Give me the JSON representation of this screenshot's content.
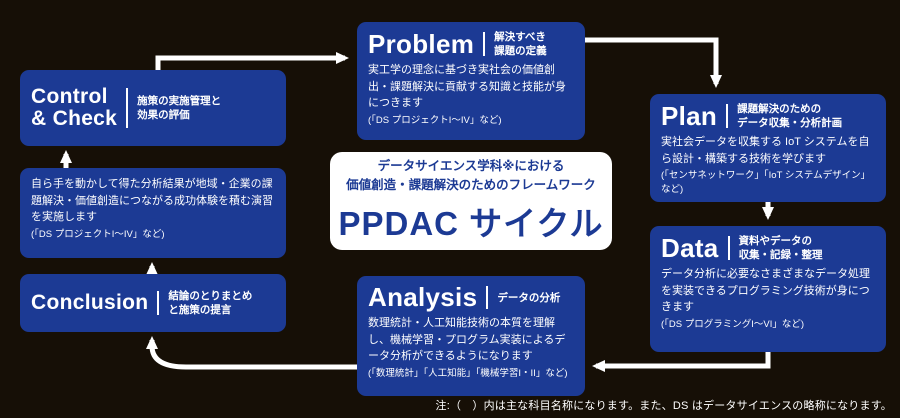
{
  "colors": {
    "background": "#160f06",
    "box_blue": "#1c3a94",
    "text": "#ffffff"
  },
  "center": {
    "subtitle_line1": "データサイエンス学科※における",
    "subtitle_line2": "価値創造・課題解決のためのフレームワーク",
    "title": "PPDAC サイクル"
  },
  "problem": {
    "title": "Problem",
    "subtitle_line1": "解決すべき",
    "subtitle_line2": "課題の定義",
    "body": "実工学の理念に基づき実社会の価値創出・課題解決に貢献する知識と技能が身につきます",
    "courses": "(「DS プロジェクトI～IV」など)"
  },
  "plan": {
    "title": "Plan",
    "subtitle_line1": "課題解決のための",
    "subtitle_line2": "データ収集・分析計画",
    "body": "実社会データを収集する IoT システムを自ら設計・構築する技術を学びます",
    "courses": "(「センサネットワーク」「IoT システムデザイン」など)"
  },
  "data_box": {
    "title": "Data",
    "subtitle_line1": "資料やデータの",
    "subtitle_line2": "収集・記録・整理",
    "body": "データ分析に必要なさまざまなデータ処理を実装できるプログラミング技術が身につきます",
    "courses": "(「DS プログラミングI～VI」など)"
  },
  "analysis": {
    "title": "Analysis",
    "subtitle_line1": "データの分析",
    "body": "数理統計・人工知能技術の本質を理解し、機械学習・プログラム実装によるデータ分析ができるようになります",
    "courses": "(「数理統計」「人工知能」「機械学習I・II」など)"
  },
  "control": {
    "title_line1": "Control",
    "title_line2": "& Check",
    "subtitle_line1": "施策の実施管理と",
    "subtitle_line2": "効果の評価"
  },
  "practice_note": {
    "body": "自ら手を動かして得た分析結果が地域・企業の課題解決・価値創造につながる成功体験を積む演習を実施します",
    "courses": "(「DS プロジェクトI～IV」など)"
  },
  "conclusion": {
    "title": "Conclusion",
    "subtitle_line1": "結論のとりまとめ",
    "subtitle_line2": "と施策の提言"
  },
  "footnote": "注:（　）内は主な科目名称になります。また、DS はデータサイエンスの略称になります。"
}
